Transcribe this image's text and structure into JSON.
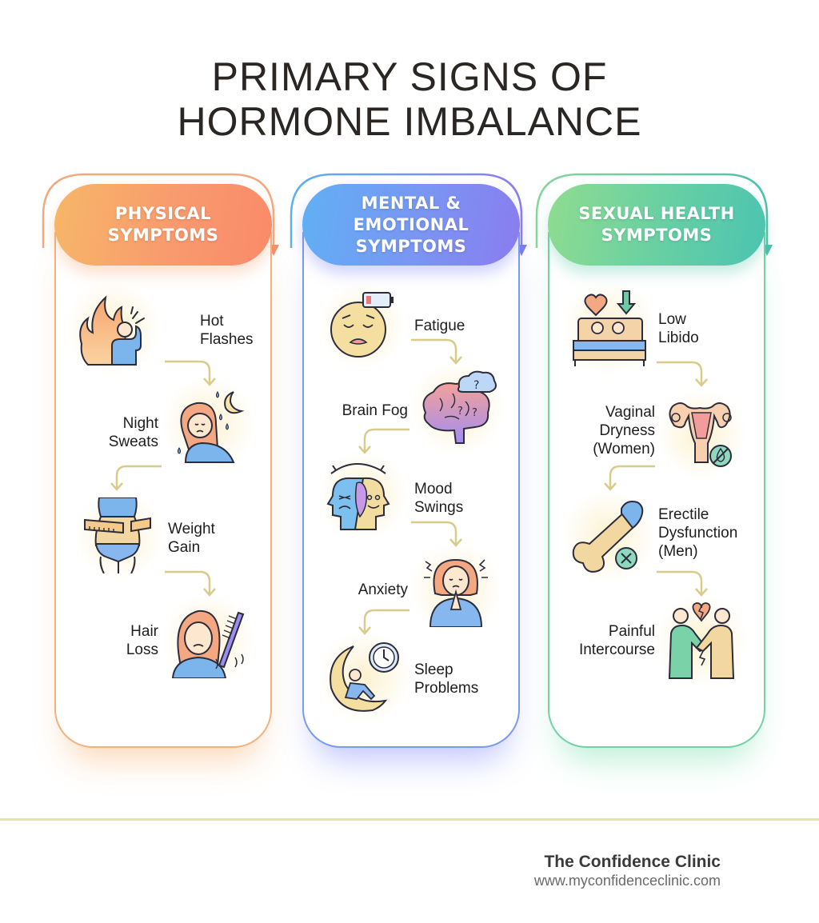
{
  "title": {
    "line1": "PRIMARY SIGNS OF",
    "line2": "HORMONE IMBALANCE"
  },
  "columns": [
    {
      "id": "physical",
      "header_line1": "PHYSICAL",
      "header_line2": "SYMPTOMS",
      "header_line3": "",
      "accent_start": "#f7b768",
      "accent_end": "#fa8a6a",
      "items": [
        {
          "label_line1": "Hot",
          "label_line2": "Flashes",
          "label_line3": "",
          "icon": "hot-flash-fire-person-icon"
        },
        {
          "label_line1": "Night",
          "label_line2": "Sweats",
          "label_line3": "",
          "icon": "night-sweats-woman-moon-icon"
        },
        {
          "label_line1": "Weight",
          "label_line2": "Gain",
          "label_line3": "",
          "icon": "waist-measuring-tape-icon"
        },
        {
          "label_line1": "Hair",
          "label_line2": "Loss",
          "label_line3": "",
          "icon": "hair-loss-comb-icon"
        }
      ]
    },
    {
      "id": "mental",
      "header_line1": "MENTAL &",
      "header_line2": "EMOTIONAL",
      "header_line3": "SYMPTOMS",
      "accent_start": "#60b0f5",
      "accent_end": "#8a7cf0",
      "items": [
        {
          "label_line1": "Fatigue",
          "label_line2": "",
          "label_line3": "",
          "icon": "tired-face-low-battery-icon"
        },
        {
          "label_line1": "Brain Fog",
          "label_line2": "",
          "label_line3": "",
          "icon": "brain-cloud-question-icon"
        },
        {
          "label_line1": "Mood",
          "label_line2": "Swings",
          "label_line3": "",
          "icon": "two-faces-mood-icon"
        },
        {
          "label_line1": "Anxiety",
          "label_line2": "",
          "label_line3": "",
          "icon": "anxious-woman-icon"
        },
        {
          "label_line1": "Sleep",
          "label_line2": "Problems",
          "label_line3": "",
          "icon": "moon-clock-sleep-icon"
        }
      ]
    },
    {
      "id": "sexual",
      "header_line1": "SEXUAL HEALTH",
      "header_line2": "SYMPTOMS",
      "header_line3": "",
      "accent_start": "#8fdc90",
      "accent_end": "#4cc4b0",
      "items": [
        {
          "label_line1": "Low",
          "label_line2": "Libido",
          "label_line3": "",
          "icon": "couple-bed-heart-down-icon"
        },
        {
          "label_line1": "Vaginal",
          "label_line2": "Dryness",
          "label_line3": "(Women)",
          "icon": "uterus-no-drop-icon"
        },
        {
          "label_line1": "Erectile",
          "label_line2": "Dysfunction",
          "label_line3": "(Men)",
          "icon": "erectile-x-icon"
        },
        {
          "label_line1": "Painful",
          "label_line2": "Intercourse",
          "label_line3": "",
          "icon": "couple-broken-heart-icon"
        }
      ]
    }
  ],
  "footer": {
    "brand": "The Confidence Clinic",
    "url": "www.myconfidenceclinic.com",
    "divider_color": "#e8e2a8"
  },
  "colors": {
    "flow_arrow": "#d9cc8a",
    "outline": "#2c2c3a"
  }
}
